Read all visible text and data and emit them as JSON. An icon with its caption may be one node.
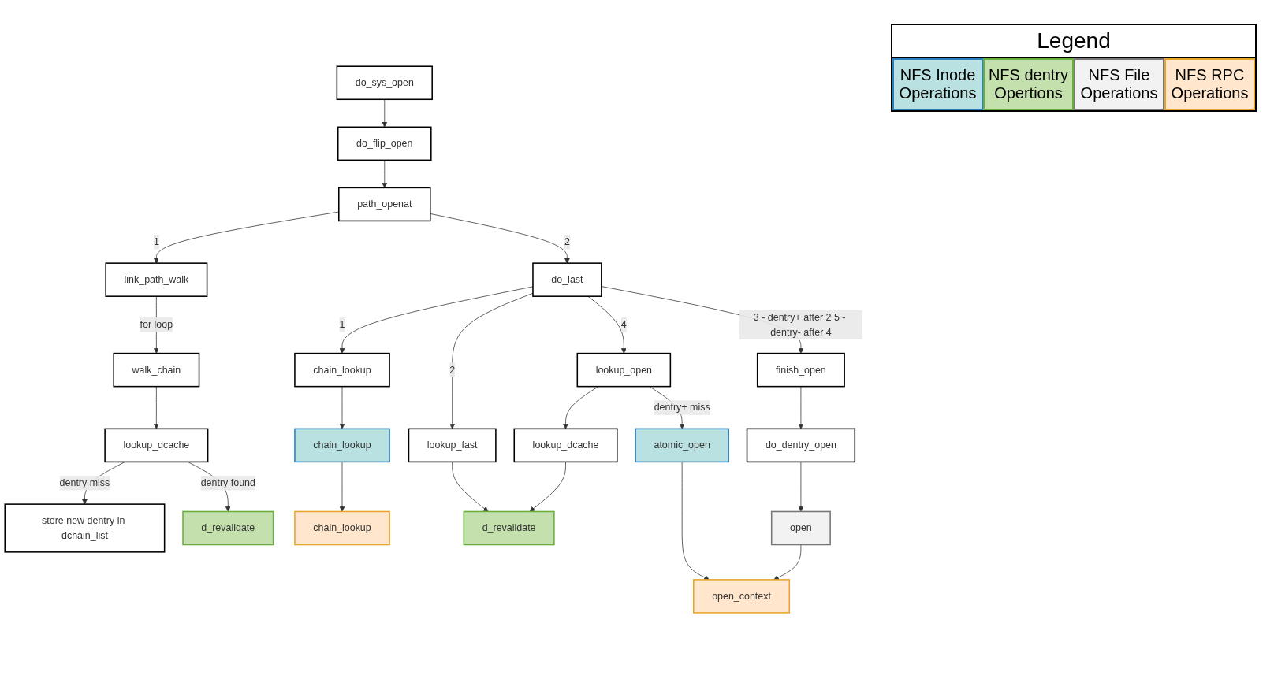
{
  "diagram": {
    "nodes": [
      {
        "text": [
          "do_sys_open"
        ]
      },
      {
        "text": [
          "do_flip_open"
        ]
      },
      {
        "text": [
          "link_path_walk"
        ]
      },
      {
        "text": [
          "path_openat"
        ]
      },
      {
        "text": [
          "walk_chain"
        ]
      },
      {
        "text": [
          "do_last"
        ]
      },
      {
        "text": [
          "lookup_dcache"
        ]
      },
      {
        "text": [
          "store new dentry in dchain_list"
        ]
      },
      {
        "text": [
          "d_revalidate"
        ]
      },
      {
        "text": [
          "chain_lookup"
        ]
      },
      {
        "text": [
          "lookup_fast"
        ]
      },
      {
        "text": [
          "lookup_open"
        ]
      },
      {
        "text": [
          "chain_lookup"
        ]
      },
      {
        "text": [
          "d_revalidate"
        ]
      },
      {
        "text": [
          "chain_lookup"
        ]
      },
      {
        "text": [
          "finish_open"
        ]
      },
      {
        "text": [
          "lookup_dcache"
        ]
      },
      {
        "text": [
          "do_dentry_open"
        ]
      },
      {
        "text": [
          "atomic_open"
        ]
      },
      {
        "text": [
          "open"
        ]
      },
      {
        "text": [
          "open_context"
        ]
      }
    ],
    "edges": [
      {
        "from": 0,
        "to": 1,
        "arrow": "to"
      },
      {
        "from": 1,
        "to": 3,
        "arrow": "to"
      },
      {
        "from": 3,
        "to": 2,
        "label": "1",
        "arrow": "to"
      },
      {
        "from": 2,
        "to": 4,
        "label": "for loop",
        "arrow": "to"
      },
      {
        "from": 3,
        "to": 5,
        "label": "2",
        "arrow": "to"
      },
      {
        "from": 4,
        "to": 6,
        "arrow": "to"
      },
      {
        "from": 6,
        "to": 7,
        "label": "dentry miss",
        "arrow": "to"
      },
      {
        "from": 6,
        "to": 8,
        "label": "dentry found",
        "arrow": "to"
      },
      {
        "from": 5,
        "to": 9,
        "label": "1",
        "arrow": "to"
      },
      {
        "from": 5,
        "to": 10,
        "label": "2",
        "arrow": "to"
      },
      {
        "from": 5,
        "to": 11,
        "label": "4",
        "arrow": "to"
      },
      {
        "from": 5,
        "to": 15,
        "label": "3 - dentry+ after 2 5 - dentry- after 4",
        "arrow": "to"
      },
      {
        "from": 9,
        "to": 12,
        "arrow": "to"
      },
      {
        "from": 12,
        "to": 14,
        "arrow": "to"
      },
      {
        "from": 10,
        "to": 13,
        "arrow": "to"
      },
      {
        "from": 11,
        "to": 16,
        "arrow": "to"
      },
      {
        "from": 16,
        "to": 13,
        "arrow": "to"
      },
      {
        "from": 11,
        "to": 18,
        "label": "dentry+ miss",
        "arrow": "to"
      },
      {
        "from": 15,
        "to": 17,
        "arrow": "to"
      },
      {
        "from": 17,
        "to": 19,
        "arrow": "to"
      },
      {
        "from": 18,
        "to": 20,
        "arrow": "to"
      },
      {
        "from": 19,
        "to": 20,
        "arrow": "to"
      }
    ],
    "labels": [
      "Legend"
    ],
    "legend": [
      {
        "text": "NFS Inode Operations",
        "color": "#b9e1e1"
      },
      {
        "text": "NFS dentry Opertions",
        "color": "#c3e0ad"
      },
      {
        "text": "NFS File Operations",
        "color": "#f2f2f2"
      },
      {
        "text": "NFS RPC Operations",
        "color": "#ffe6cc"
      }
    ]
  }
}
